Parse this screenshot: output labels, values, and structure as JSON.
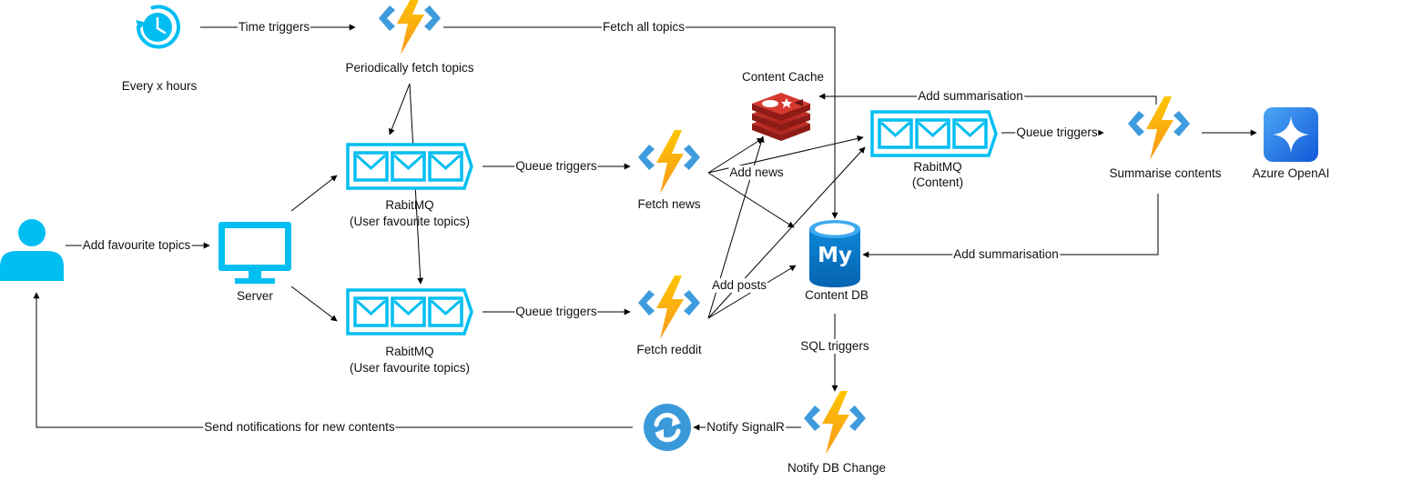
{
  "nodes": {
    "timer": {
      "label": "Every x hours",
      "icon": "clock-icon"
    },
    "periodic_fn": {
      "label": "Periodically fetch topics",
      "icon": "azure-function-icon"
    },
    "user": {
      "label": "",
      "icon": "user-icon"
    },
    "server": {
      "label": "Server",
      "icon": "monitor-icon"
    },
    "queue_top": {
      "label_line1": "RabitMQ",
      "label_line2": "(User favourite topics)",
      "icon": "queue-icon"
    },
    "queue_bottom": {
      "label_line1": "RabitMQ",
      "label_line2": "(User favourite topics)",
      "icon": "queue-icon"
    },
    "fetch_news": {
      "label": "Fetch news",
      "icon": "azure-function-icon"
    },
    "fetch_reddit": {
      "label": "Fetch reddit",
      "icon": "azure-function-icon"
    },
    "content_cache": {
      "label": "Content Cache",
      "icon": "redis-icon"
    },
    "content_db": {
      "label": "Content DB",
      "icon": "mysql-icon"
    },
    "queue_content": {
      "label_line1": "RabitMQ",
      "label_line2": "(Content)",
      "icon": "queue-icon"
    },
    "summarise": {
      "label": "Summarise contents",
      "icon": "azure-function-icon"
    },
    "openai": {
      "label": "Azure OpenAI",
      "icon": "azure-openai-icon"
    },
    "notify_db": {
      "label": "Notify DB Change",
      "icon": "azure-function-icon"
    },
    "signalr": {
      "label": "",
      "icon": "signalr-icon"
    }
  },
  "edges": {
    "time_triggers": "Time triggers",
    "fetch_all_topics": "Fetch all topics",
    "add_favourite_topics": "Add favourite topics",
    "queue_triggers_top": "Queue triggers",
    "queue_triggers_bottom": "Queue triggers",
    "queue_triggers_content": "Queue triggers",
    "add_news": "Add news",
    "add_posts": "Add posts",
    "add_summarisation_cache": "Add summarisation",
    "add_summarisation_db": "Add summarisation",
    "sql_triggers": "SQL triggers",
    "notify_signalr": "Notify SignalR",
    "send_notifications": "Send notifications for new contents"
  },
  "colors": {
    "azure_blue": "#00BEF2",
    "function_yellow": "#FFB900",
    "function_orange": "#F7941D",
    "function_blue": "#4FA3E0",
    "redis_red": "#C4312A",
    "mysql_blue": "#0A7CCB",
    "openai_blue": "#1A73E8",
    "signalr_blue": "#3A9AD9",
    "arrow": "#000000"
  }
}
